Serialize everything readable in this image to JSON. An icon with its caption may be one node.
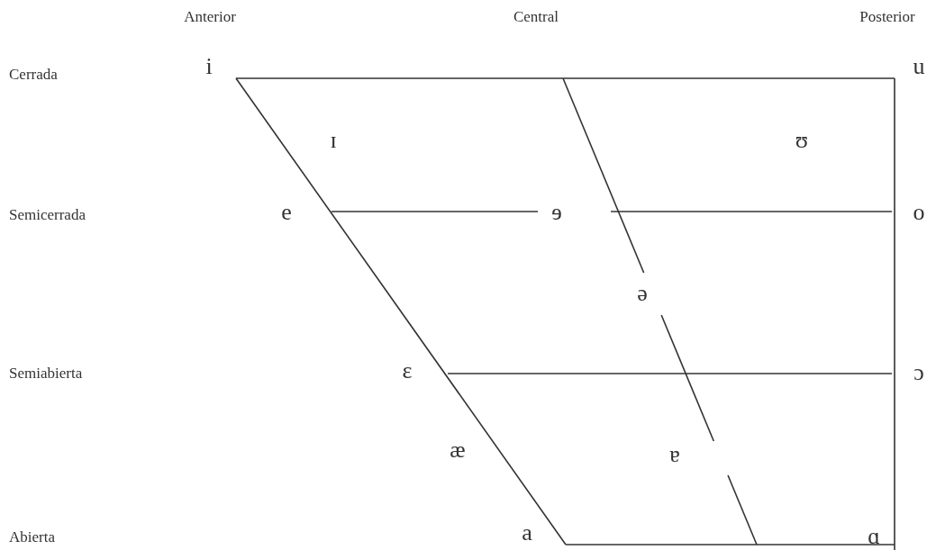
{
  "diagram": {
    "labels": [
      "Anterior",
      "Central",
      "Posterior",
      "Cerrada",
      "i",
      "u",
      "ɪ",
      "ʊ",
      "Semicerrada",
      "e",
      "ɘ",
      "o",
      "ə",
      "Semiabierta",
      "ɛ",
      "ɔ",
      "æ",
      "ɐ",
      "Abierta",
      "a",
      "ɑ"
    ]
  }
}
